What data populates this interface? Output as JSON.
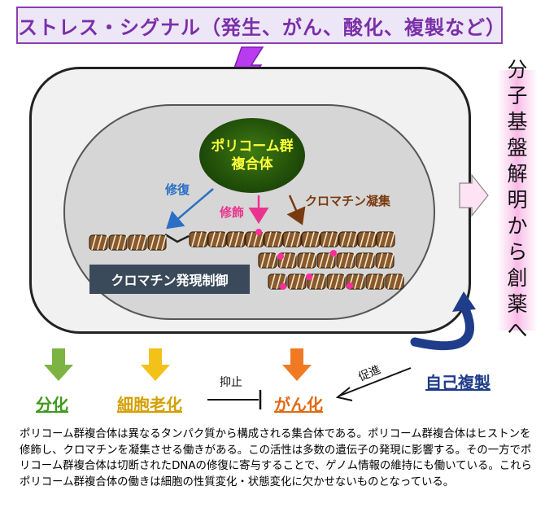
{
  "banner": {
    "text": "ストレス・シグナル（発生、がん、酸化、複製など）"
  },
  "polycomb": {
    "line1": "ポリコーム群",
    "line2": "複合体"
  },
  "arrows": {
    "repair": "修復",
    "modify": "修飾",
    "condense": "クロマチン凝集"
  },
  "chromatin_box": {
    "label": "クロマチン発現制御"
  },
  "side_band": {
    "chars": [
      "分",
      "子",
      "基",
      "盤",
      "解",
      "明",
      "か",
      "ら",
      "創",
      "薬",
      "へ"
    ]
  },
  "outcomes": {
    "differentiation": "分化",
    "senescence": "細胞老化",
    "cancer": "がん化",
    "suppression": "抑止"
  },
  "self_replication": {
    "label": "自己複製",
    "promotion": "促進"
  },
  "description": "ポリコーム群複合体は異なるタンパク質から構成される集合体である。ポリコーム群複合体はヒストンを修飾し、クロマチンを凝集させる働きがある。この活性は多数の遺伝子の発現に影響する。その一方でポリコーム群複合体は切断されたDNAの修復に寄与することで、ゲノム情報の維持にも働いている。これらポリコーム群複合体の働きは細胞の性質変化・状態変化に欠かせないものとなっている。",
  "colors": {
    "banner_text": "#7b2fa8",
    "repair": "#2a6fc4",
    "modify": "#e8348e",
    "condense": "#7a3a10",
    "differentiation": "#3f9a1c",
    "senescence": "#d49f00",
    "cancer": "#e06a14",
    "self_replication": "#1f3d8a"
  }
}
